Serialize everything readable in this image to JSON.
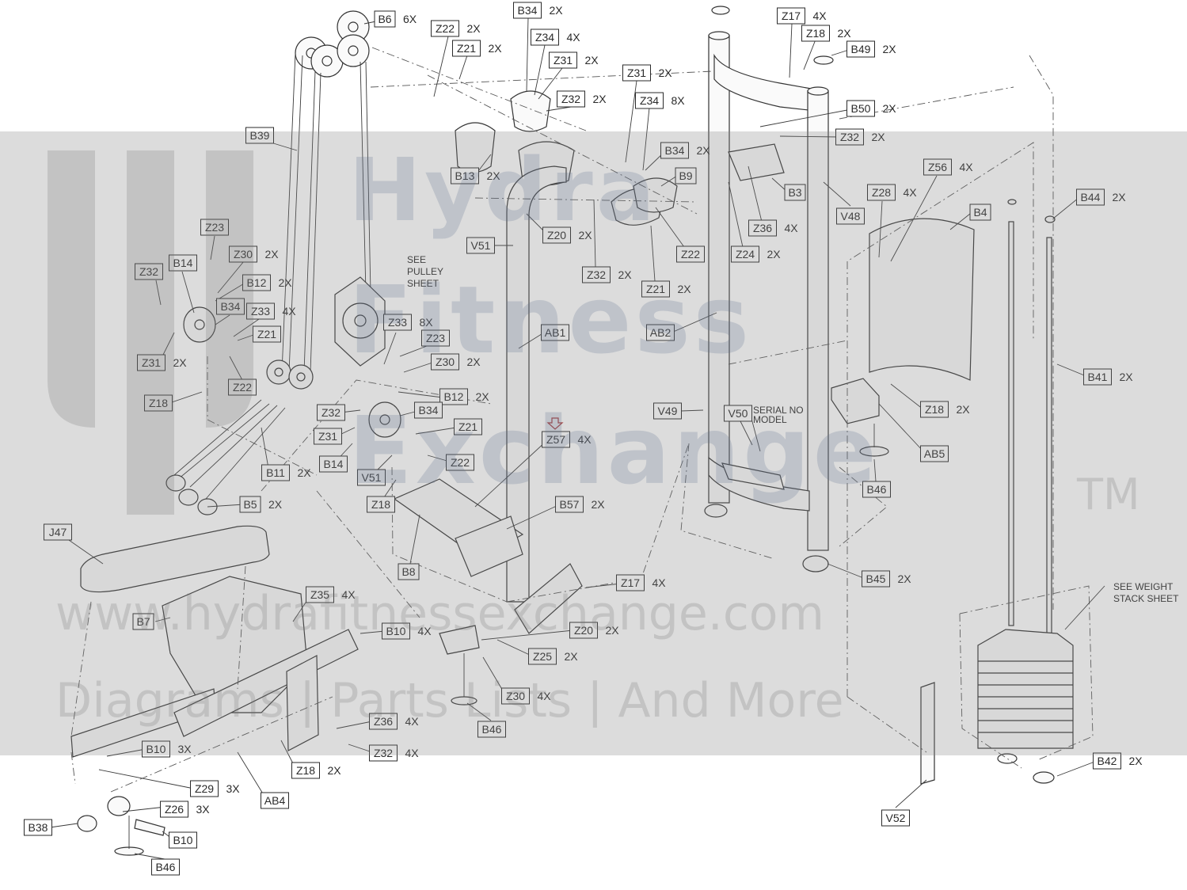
{
  "watermark": {
    "line1": "Hydra",
    "line2": "Fitness",
    "line3": "Exchange",
    "tm": "TM",
    "url": "www.hydrafitnessexchange.com",
    "tagline": "Diagrams | Parts Lists | And More"
  },
  "callouts": [
    {
      "id": "B6",
      "qty": "6X"
    },
    {
      "id": "Z22",
      "qty": "2X"
    },
    {
      "id": "B34",
      "qty": "2X"
    },
    {
      "id": "Z34",
      "qty": "4X"
    },
    {
      "id": "Z21",
      "qty": "2X"
    },
    {
      "id": "Z31",
      "qty": "2X"
    },
    {
      "id": "Z32",
      "qty": "2X"
    },
    {
      "id": "Z17",
      "qty": "4X"
    },
    {
      "id": "Z18",
      "qty": "2X"
    },
    {
      "id": "B49",
      "qty": "2X"
    },
    {
      "id": "Z31",
      "qty": "2X"
    },
    {
      "id": "Z34",
      "qty": "8X"
    },
    {
      "id": "B50",
      "qty": "2X"
    },
    {
      "id": "Z32",
      "qty": "2X"
    },
    {
      "id": "B39",
      "qty": ""
    },
    {
      "id": "B34",
      "qty": "2X"
    },
    {
      "id": "B13",
      "qty": "2X"
    },
    {
      "id": "B9",
      "qty": ""
    },
    {
      "id": "B3",
      "qty": ""
    },
    {
      "id": "Z56",
      "qty": "4X"
    },
    {
      "id": "Z28",
      "qty": "4X"
    },
    {
      "id": "B44",
      "qty": "2X"
    },
    {
      "id": "B4",
      "qty": ""
    },
    {
      "id": "V48",
      "qty": ""
    },
    {
      "id": "Z36",
      "qty": "4X"
    },
    {
      "id": "Z23",
      "qty": ""
    },
    {
      "id": "Z20",
      "qty": "2X"
    },
    {
      "id": "V51",
      "qty": ""
    },
    {
      "id": "Z22",
      "qty": ""
    },
    {
      "id": "Z24",
      "qty": "2X"
    },
    {
      "id": "Z30",
      "qty": "2X"
    },
    {
      "id": "Z32",
      "qty": ""
    },
    {
      "id": "B14",
      "qty": ""
    },
    {
      "id": "B12",
      "qty": "2X"
    },
    {
      "id": "Z32",
      "qty": "2X"
    },
    {
      "id": "Z21",
      "qty": "2X"
    },
    {
      "id": "B34",
      "qty": ""
    },
    {
      "id": "Z33",
      "qty": "4X"
    },
    {
      "id": "Z21",
      "qty": ""
    },
    {
      "id": "Z31",
      "qty": "2X"
    },
    {
      "id": "AB1",
      "qty": ""
    },
    {
      "id": "AB2",
      "qty": ""
    },
    {
      "id": "Z33",
      "qty": "8X"
    },
    {
      "id": "Z23",
      "qty": ""
    },
    {
      "id": "Z22",
      "qty": ""
    },
    {
      "id": "Z30",
      "qty": "2X"
    },
    {
      "id": "B12",
      "qty": "2X"
    },
    {
      "id": "B41",
      "qty": "2X"
    },
    {
      "id": "Z18",
      "qty": ""
    },
    {
      "id": "Z32",
      "qty": ""
    },
    {
      "id": "B34",
      "qty": ""
    },
    {
      "id": "Z31",
      "qty": ""
    },
    {
      "id": "Z21",
      "qty": ""
    },
    {
      "id": "V49",
      "qty": ""
    },
    {
      "id": "V50",
      "qty": ""
    },
    {
      "id": "Z18",
      "qty": "2X"
    },
    {
      "id": "B14",
      "qty": ""
    },
    {
      "id": "Z57",
      "qty": "4X"
    },
    {
      "id": "Z22",
      "qty": ""
    },
    {
      "id": "AB5",
      "qty": ""
    },
    {
      "id": "B11",
      "qty": "2X"
    },
    {
      "id": "V51",
      "qty": ""
    },
    {
      "id": "B5",
      "qty": "2X"
    },
    {
      "id": "Z18",
      "qty": ""
    },
    {
      "id": "B46",
      "qty": ""
    },
    {
      "id": "B57",
      "qty": "2X"
    },
    {
      "id": "J47",
      "qty": ""
    },
    {
      "id": "B8",
      "qty": ""
    },
    {
      "id": "B45",
      "qty": "2X"
    },
    {
      "id": "Z17",
      "qty": "4X"
    },
    {
      "id": "Z35",
      "qty": "4X"
    },
    {
      "id": "B7",
      "qty": ""
    },
    {
      "id": "B10",
      "qty": "4X"
    },
    {
      "id": "Z20",
      "qty": "2X"
    },
    {
      "id": "Z25",
      "qty": "2X"
    },
    {
      "id": "Z30",
      "qty": "4X"
    },
    {
      "id": "Z36",
      "qty": "4X"
    },
    {
      "id": "B46",
      "qty": ""
    },
    {
      "id": "B10",
      "qty": "3X"
    },
    {
      "id": "Z32",
      "qty": "4X"
    },
    {
      "id": "B42",
      "qty": "2X"
    },
    {
      "id": "Z29",
      "qty": "3X"
    },
    {
      "id": "Z18",
      "qty": "2X"
    },
    {
      "id": "AB4",
      "qty": ""
    },
    {
      "id": "Z26",
      "qty": "3X"
    },
    {
      "id": "V52",
      "qty": ""
    },
    {
      "id": "B38",
      "qty": ""
    },
    {
      "id": "B10",
      "qty": ""
    },
    {
      "id": "B46",
      "qty": ""
    }
  ],
  "notes": {
    "pulley_sheet": [
      "SEE",
      "PULLEY",
      "SHEET"
    ],
    "serial_no_model": [
      "SERIAL NO",
      "MODEL"
    ],
    "weight_stack_sheet": [
      "SEE WEIGHT",
      "STACK SHEET"
    ]
  },
  "colors": {
    "line": "#3a3a3a",
    "band": "#808080",
    "arrow": "#b03030"
  }
}
